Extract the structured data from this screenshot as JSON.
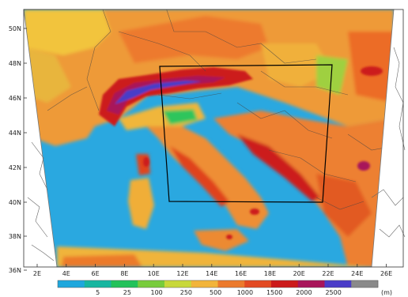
{
  "map": {
    "lat_labels": [
      "50N",
      "48N",
      "46N",
      "44N",
      "42N",
      "40N",
      "38N",
      "36N"
    ],
    "lon_labels": [
      "2E",
      "4E",
      "6E",
      "8E",
      "10E",
      "12E",
      "14E",
      "16E",
      "18E",
      "20E",
      "22E",
      "24E",
      "26E"
    ],
    "inner_domain": {
      "lon": [
        10.5,
        22.5
      ],
      "lat": [
        40.0,
        47.8
      ]
    }
  },
  "legend": {
    "ticks": [
      "5",
      "25",
      "100",
      "250",
      "500",
      "1000",
      "1500",
      "2000",
      "2500"
    ],
    "unit": "(m)",
    "colors": [
      "#1ea7dd",
      "#17b6a0",
      "#22c25a",
      "#78cc3c",
      "#c8d83a",
      "#f2b43a",
      "#ec7a2c",
      "#e34a22",
      "#cc1a1a",
      "#a8155a",
      "#4a3cc8",
      "#8a8a8a"
    ]
  },
  "colors": {
    "sea": "#2aa8e0",
    "outside": "#ffffff",
    "border": "#444444",
    "box": "#000000"
  }
}
